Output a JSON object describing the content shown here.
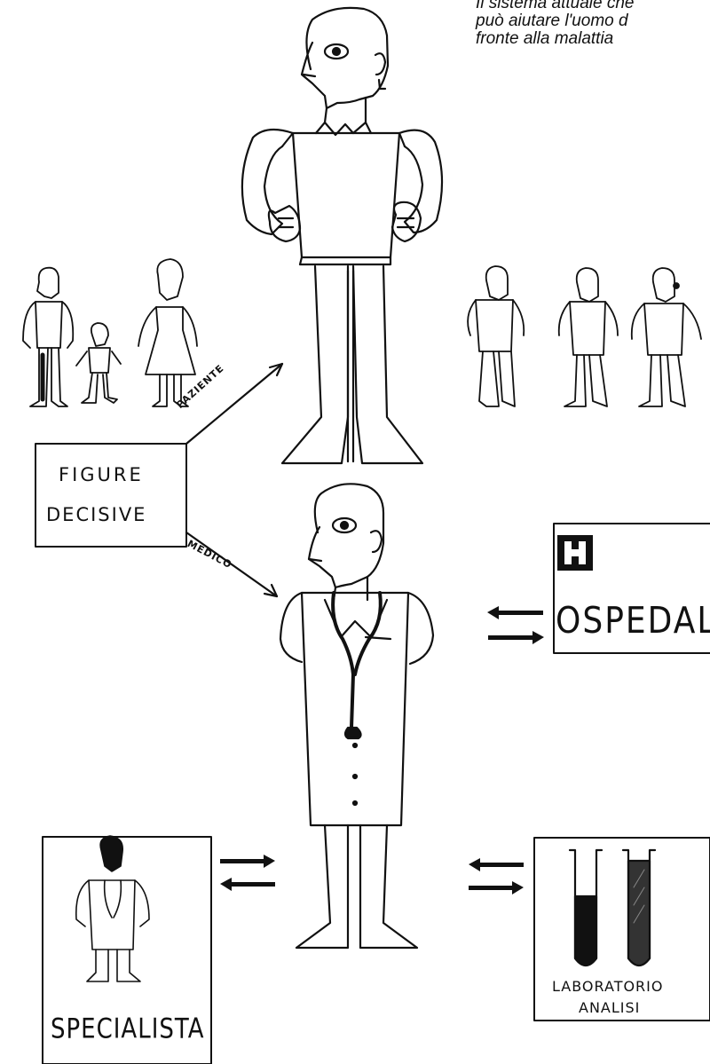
{
  "caption": {
    "line1": "Il sistema attuale che",
    "line2": "può aiutare l'uomo d",
    "line3": "fronte  alla  malattia"
  },
  "labels": {
    "figure": "FIGURE",
    "decisive": "DECISIVE",
    "paziente": "PAZIENTE",
    "medico": "MEDICO",
    "ospedale": "OSPEDALE",
    "specialista": "SPECIALISTA",
    "laboratorio": "LABORATORIO",
    "analisi": "ANALISI"
  },
  "icons": {
    "hospital": "hospital-h-icon",
    "test_tubes": "test-tubes-icon"
  }
}
